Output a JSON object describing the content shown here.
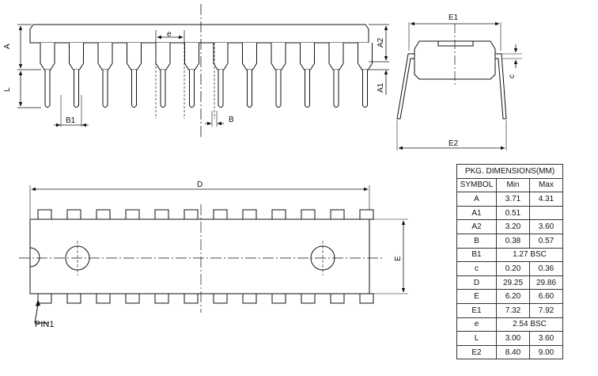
{
  "drawing": {
    "labels": {
      "A": "A",
      "L": "L",
      "A2": "A2",
      "A1": "A1",
      "e": "e",
      "B1": "B1",
      "B": "B",
      "E1": "E1",
      "E2": "E2",
      "c": "c",
      "D": "D",
      "E": "E",
      "pin1": "PIN1"
    }
  },
  "table": {
    "title": "PKG.  DIMENSIONS(MM)",
    "headers": [
      "SYMBOL",
      "Min",
      "Max"
    ],
    "rows": [
      {
        "symbol": "A",
        "min": "3.71",
        "max": "4.31"
      },
      {
        "symbol": "A1",
        "min": "0.51",
        "max": ""
      },
      {
        "symbol": "A2",
        "min": "3.20",
        "max": "3.60"
      },
      {
        "symbol": "B",
        "min": "0.38",
        "max": "0.57"
      },
      {
        "symbol": "B1",
        "merged": "1.27 BSC"
      },
      {
        "symbol": "c",
        "min": "0.20",
        "max": "0.36"
      },
      {
        "symbol": "D",
        "min": "29.25",
        "max": "29.86"
      },
      {
        "symbol": "E",
        "min": "6.20",
        "max": "6.60"
      },
      {
        "symbol": "E1",
        "min": "7.32",
        "max": "7.92"
      },
      {
        "symbol": "e",
        "merged": "2.54 BSC"
      },
      {
        "symbol": "L",
        "min": "3.00",
        "max": "3.60"
      },
      {
        "symbol": "E2",
        "min": "8.40",
        "max": "9.00"
      }
    ]
  }
}
